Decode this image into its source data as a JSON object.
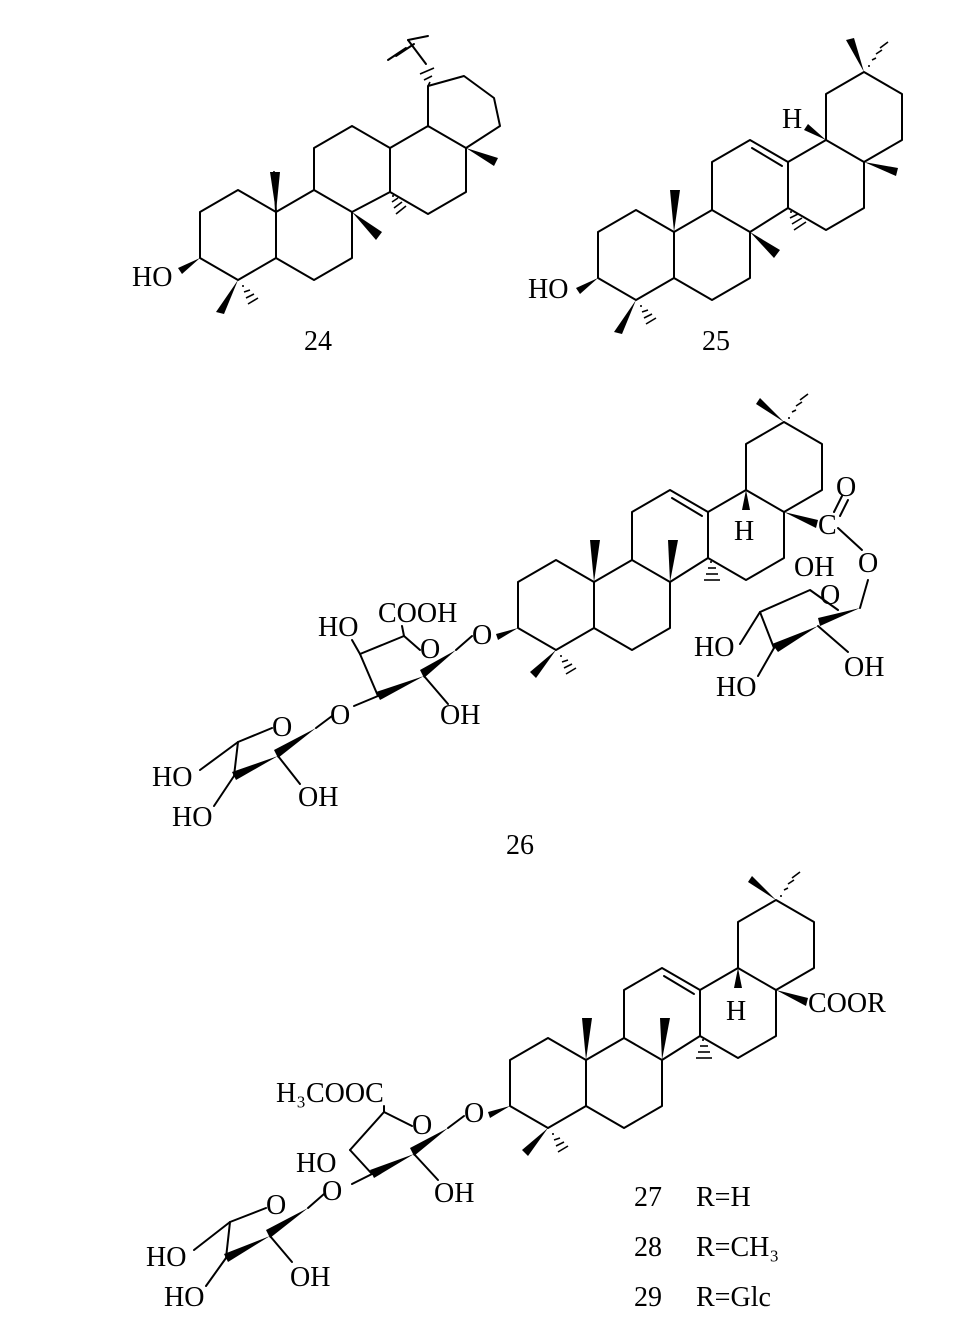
{
  "compounds": [
    {
      "number": "24",
      "labels": {
        "ho": "HO"
      }
    },
    {
      "number": "25",
      "labels": {
        "ho": "HO",
        "h": "H"
      }
    },
    {
      "number": "26",
      "labels": {
        "cooh": "COOH",
        "ho1": "HO",
        "o_link1": "O",
        "o_ring1": "O",
        "oh1": "OH",
        "o_link2": "O",
        "o_ring2": "O",
        "ho2": "HO",
        "ho3": "HO",
        "oh2": "OH",
        "h": "H",
        "c": "C",
        "o_keto": "O",
        "o_ester": "O",
        "oh_ch2": "OH",
        "o_ring3": "O",
        "ho4": "HO",
        "ho5": "HO",
        "oh3": "OH"
      }
    },
    {
      "number": "27–29",
      "labels": {
        "h3cooc": "H₃COOC",
        "o_link1": "O",
        "o_ring1": "O",
        "ho1": "HO",
        "oh1": "OH",
        "o_link2": "O",
        "o_ring2": "O",
        "ho2": "HO",
        "ho3": "HO",
        "oh2": "OH",
        "h": "H",
        "coor": "COOR"
      }
    }
  ],
  "legend": [
    {
      "number": "27",
      "formula": "R=H"
    },
    {
      "number": "28",
      "formula": "R=CH₃"
    },
    {
      "number": "29",
      "formula": "R=Glc"
    }
  ]
}
